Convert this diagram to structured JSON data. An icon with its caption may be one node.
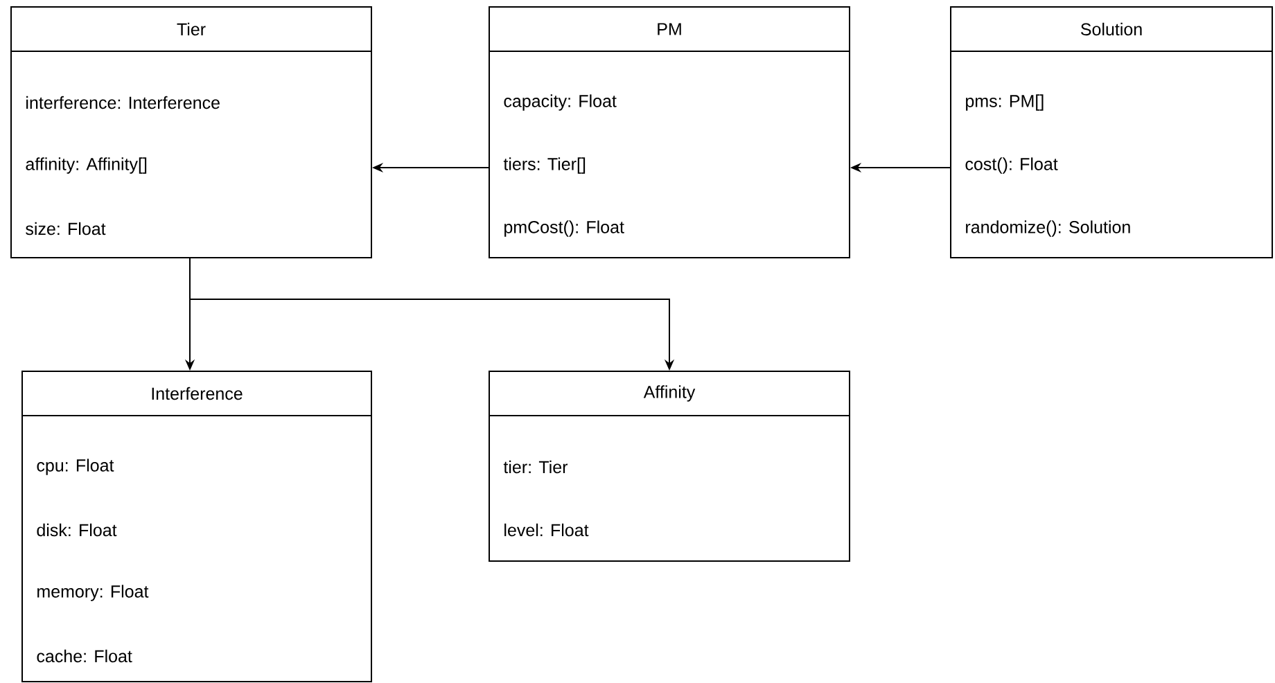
{
  "diagram": {
    "nodes": [
      {
        "text": [
          "Tier",
          "interference: Interference",
          "affinity: Affinity[]",
          "size: Float"
        ]
      },
      {
        "text": [
          "PM",
          "capacity: Float",
          "tiers: Tier[]",
          "pmCost(): Float"
        ]
      },
      {
        "text": [
          "Solution",
          "pms: PM[]",
          "cost(): Float",
          "randomize(): Solution"
        ]
      },
      {
        "text": [
          "Interference",
          "cpu: Float",
          "disk: Float",
          "memory: Float",
          "cache: Float"
        ]
      },
      {
        "text": [
          "Affinity",
          "tier: Tier",
          "level: Float"
        ]
      }
    ],
    "edges": [
      {
        "from": 1,
        "to": 0,
        "arrow": "to"
      },
      {
        "from": 2,
        "to": 1,
        "arrow": "to"
      },
      {
        "from": 0,
        "to": 3,
        "arrow": "to"
      },
      {
        "from": 0,
        "to": 4,
        "arrow": "to"
      }
    ]
  }
}
